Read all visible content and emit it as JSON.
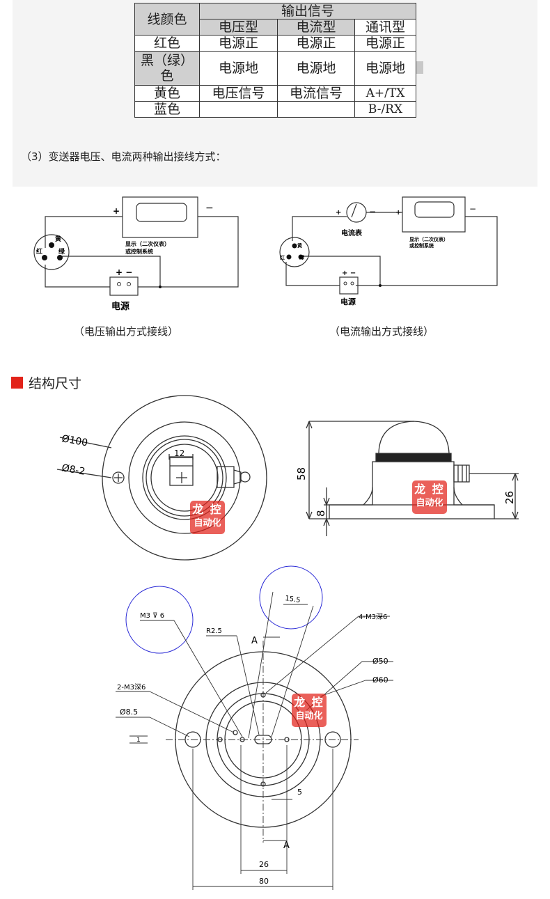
{
  "signal_table": {
    "col_wire": "线颜色",
    "col_output": "输出信号",
    "sub_voltage": "电压型",
    "sub_current": "电流型",
    "sub_comm": "通讯型",
    "rows": [
      {
        "color": "红色",
        "voltage": "电源正",
        "current": "电源正",
        "comm": "电源正"
      },
      {
        "color": "黑（绿）色",
        "voltage": "电源地",
        "current": "电源地",
        "comm": "电源地"
      },
      {
        "color": "黄色",
        "voltage": "电压信号",
        "current": "电流信号",
        "comm": "A+/TX"
      },
      {
        "color": "蓝色",
        "voltage": "",
        "current": "",
        "comm": "B-/RX"
      }
    ]
  },
  "wiring_intro": "（3）变送器电压、电流两种输出接线方式：",
  "wiring": {
    "plus": "+",
    "minus": "−",
    "plusminus": "+ −",
    "yellow": "黄",
    "red": "红",
    "green": "绿",
    "display_line1": "显示（二次仪表）",
    "display_line2": "或控制系统",
    "power": "电源",
    "ammeter": "电流表",
    "caption_voltage": "（电压输出方式接线）",
    "caption_current": "（电流输出方式接线）"
  },
  "section_title": "结构尺寸",
  "dimensions": {
    "d100": "Ø100",
    "d8_2": "Ø8-2",
    "w12": "12",
    "h58": "58",
    "h26": "26",
    "h8": "8",
    "m3": "M3",
    "m3_depth": "6",
    "r25": "R2.5",
    "d155": "15.5",
    "m3x4": "4-M3深6",
    "d50": "Ø50",
    "d60": "Ø60",
    "m3x2": "2-M3深6",
    "d85": "Ø8.5",
    "v1": "1",
    "v5": "5",
    "v26": "26",
    "v80": "80",
    "sec_a": "A"
  },
  "stamp": {
    "line1": "龙 控",
    "line2": "自动化"
  },
  "colors": {
    "accent": "#e2231a",
    "blue_circle": "#2b2bd6",
    "table_header": "#d0d0d0"
  }
}
